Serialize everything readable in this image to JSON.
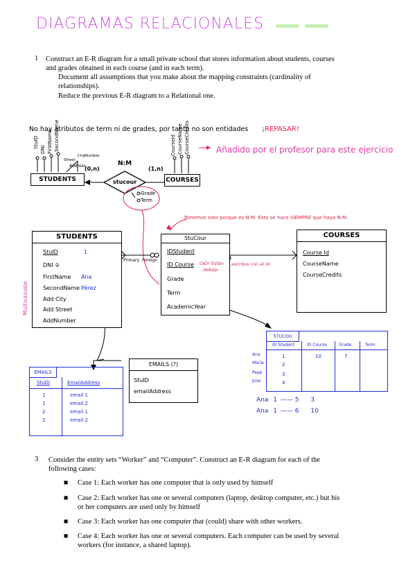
{
  "title": "DIAGRAMAS RELACIONALES",
  "q1": {
    "num": "1",
    "line1": "Construct an E-R diagram for a small private school that stores information about students, courses",
    "line2": "and grades obtained in each course (and in each term).",
    "line3": "Document all assumptions that you make about the mapping constraints (cardinality of",
    "line4": "relationships).",
    "line5": "Reduce the previous E-R diagram to a Relational one."
  },
  "notes": {
    "black_note": "No hay atributos de term ni de grades, por tanto no son entidades",
    "repasar": "¡REPASAR!",
    "pink_note": "Añadido por el profesor para este ejercicio",
    "red_nm": "Ponemos esto porque es N:M. Esto se hace SIEMPRE que haya N:M.",
    "ojo": "OJO! Están",
    "ojo2": "debajo",
    "escritos": "escritos con el Id",
    "multivaluate": "Multivaluate"
  },
  "er": {
    "students": "STUDENTS",
    "courses": "COURSES",
    "relation": "stucour",
    "nm": "N:M",
    "card_left": "(0,n)",
    "card_right": "(1,n)",
    "rel_attrs": [
      "Grade",
      "Term"
    ],
    "student_attrs": [
      "StuID",
      "DNI",
      "FirstName",
      "SecondName",
      "Address"
    ],
    "address_parts": [
      "Street",
      "City",
      "Number"
    ],
    "course_attrs": [
      "CourseId",
      "CourseName",
      "CourseCredits"
    ]
  },
  "relational": {
    "students": {
      "title": "STUDENTS",
      "rows": [
        "StuID",
        "DNI ②",
        "FirstName",
        "SecondName",
        "Add City",
        "Add Street",
        "AddNumber"
      ],
      "samples": [
        "1",
        "",
        "Ana",
        "Pérez",
        "",
        "",
        ""
      ]
    },
    "stucour": {
      "title": "StuCour",
      "rows": [
        "IDStudent",
        "ID Course",
        "Grade",
        "Term",
        "AcademicYear"
      ],
      "primary": "Primary",
      "foreign": "Foreign"
    },
    "courses": {
      "title": "COURSES",
      "rows": [
        "Course Id",
        "CourseName",
        "CourseCredits"
      ]
    },
    "emails": {
      "title": "EMAILS (?)",
      "rows": [
        "StuID",
        "emailAddress"
      ]
    }
  },
  "emails_table": {
    "title": "EMAILS",
    "headers": [
      "StuID",
      "EmailAddress"
    ],
    "rows": [
      [
        "1",
        "email 1"
      ],
      [
        "1",
        "email 2"
      ],
      [
        "2",
        "email 1"
      ],
      [
        "2",
        "email 2"
      ]
    ]
  },
  "stucou_table": {
    "title": "STUCOU",
    "headers": [
      "ID Student",
      "ID Course",
      "Grade",
      "Term"
    ],
    "names": [
      "Ana",
      "María",
      "Pepe",
      "Jose"
    ],
    "ids": [
      "1",
      "2",
      "3",
      "4"
    ],
    "course": "10",
    "grade": "7"
  },
  "mapping": [
    {
      "name": "Ana",
      "a": "1",
      "b": "5",
      "c": "3"
    },
    {
      "name": "Ana",
      "a": "1",
      "b": "6",
      "c": "10"
    }
  ],
  "q3": {
    "num": "3",
    "line1": "Consider the entity sets “Worker” and “Computer”. Construct an E-R diagram for each of the",
    "line2": "following cases:",
    "bullets": [
      [
        "Case 1: Each worker has one computer that is only used by himself"
      ],
      [
        "Case 2: Each worker has one or several computers (laptop, desktop computer, etc.) but his",
        "or her computers are used only by himself"
      ],
      [
        "Case 3: Each worker has one computer that (could) share with other workers."
      ],
      [
        "Case 4: Each worker has one or several computers. Each computer can be used by several",
        "workers (for instance, a shared laptop)."
      ]
    ]
  }
}
